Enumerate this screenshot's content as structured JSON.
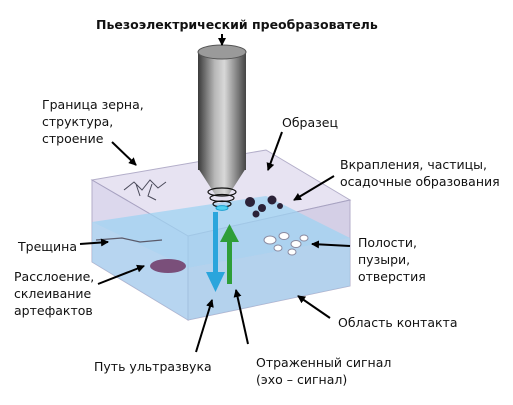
{
  "labels": {
    "transducer": "Пьезоэлектрический преобразователь",
    "grain_boundary": "Граница зерна,\nструктура,\nстроение",
    "sample": "Образец",
    "inclusions": "Вкрапления, частицы,\nосадочные образования",
    "crack": "Трещина",
    "delamination": "Расслоение,\nсклеивание\nартефактов",
    "voids": "Полости,\nпузыри,\nотверстия",
    "contact_area": "Область контакта",
    "ultrasound_path": "Путь ультразвука",
    "reflected_signal": "Отраженный сигнал\n(эхо – сигнал)"
  },
  "colors": {
    "block_top": "#e3dff0",
    "block_front": "#d7d2ea",
    "block_side": "#cdc7e2",
    "water": "#9fd3f2",
    "incident_arrow": "#2aa5dc",
    "reflected_arrow": "#2e9e38",
    "inclusion": "#2b2238",
    "delamination": "#7a4f7a"
  }
}
